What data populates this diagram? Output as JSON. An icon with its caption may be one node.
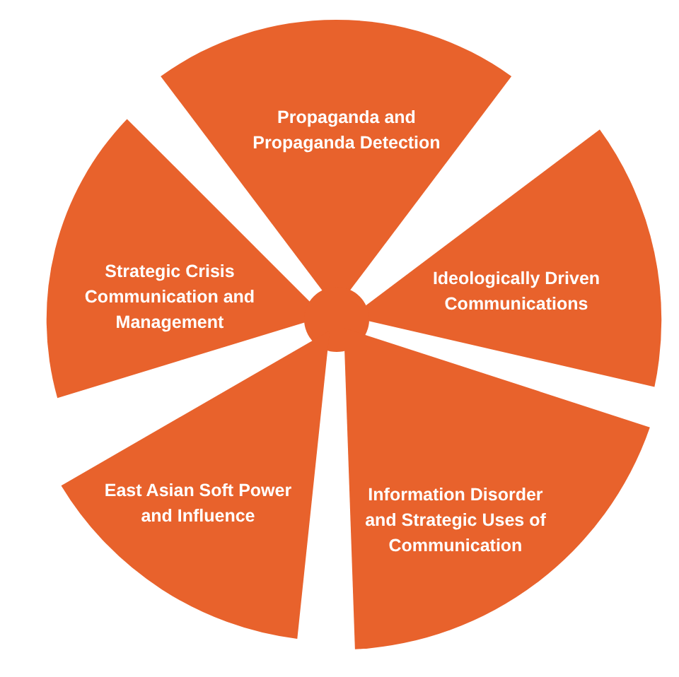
{
  "diagram": {
    "nodes": [
      {
        "text": [
          "Propaganda and Propaganda Detection"
        ]
      },
      {
        "text": [
          "Strategic Crisis Communication and Management"
        ]
      },
      {
        "text": [
          "Ideologically Driven Communications"
        ]
      },
      {
        "text": [],
        "shape": "circle"
      },
      {
        "text": [
          "East Asian Soft Power and Influence"
        ]
      },
      {
        "text": [
          "Information Disorder and Strategic Uses of Communication"
        ]
      }
    ]
  }
}
